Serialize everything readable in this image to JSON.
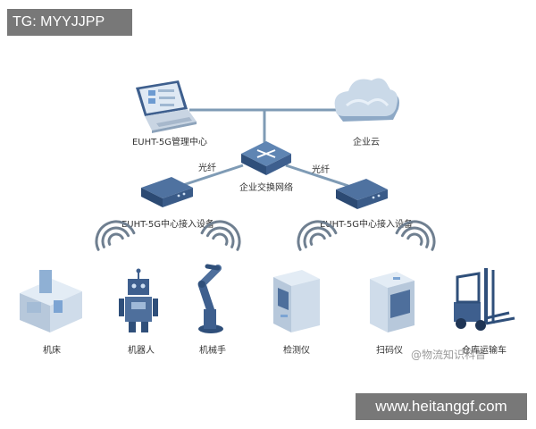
{
  "overlay": {
    "tag": "TG: MYYJJPP",
    "url": "www.heitanggf.com",
    "watermark": "@物流知识科普"
  },
  "colors": {
    "line": "#7f9bb5",
    "device_blue": "#3e5f8e",
    "device_light": "#cfdcea",
    "wifi": "#6f7f90"
  },
  "diagram": {
    "management_center": "EUHT-5G管理中心",
    "cloud": "企业云",
    "switch": "企业交换网络",
    "fiber_left": "光纤",
    "fiber_right": "光纤",
    "access_left": "EUHT-5G中心接入设备",
    "access_right": "EUHT-5G中心接入设备",
    "devices": [
      "机床",
      "机器人",
      "机械手",
      "检测仪",
      "扫码仪",
      "仓库运输车"
    ]
  }
}
